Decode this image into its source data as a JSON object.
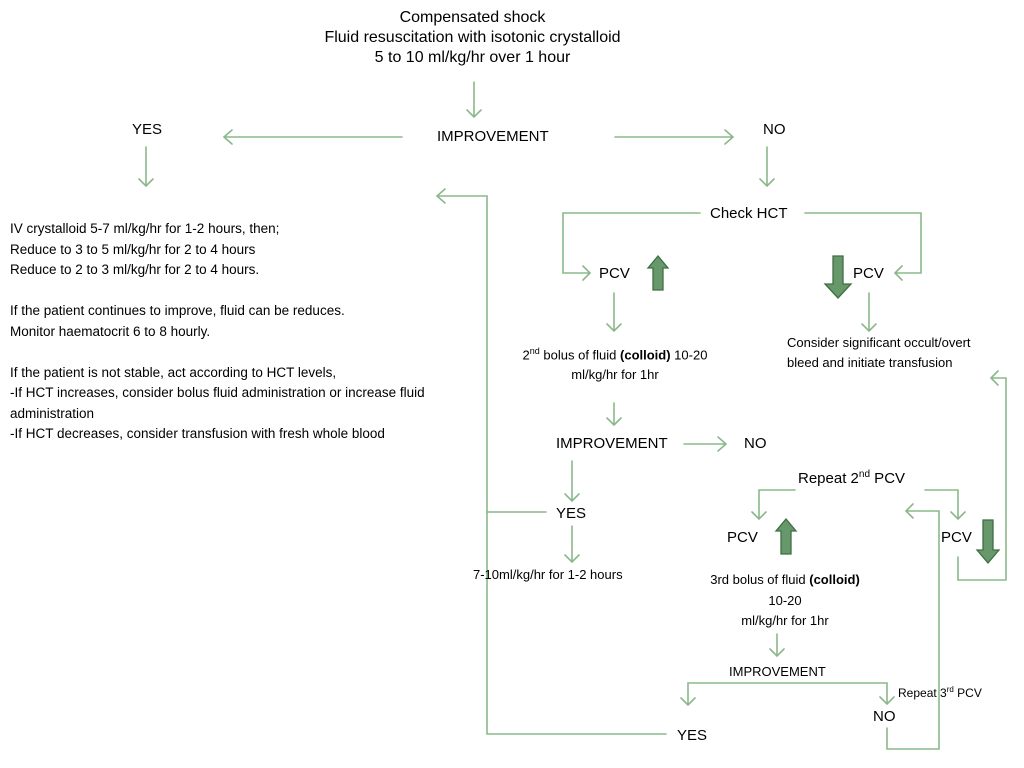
{
  "colors": {
    "line": "#8ab88a",
    "arrow_fill": "#67986b",
    "arrow_stroke": "#3f6e42"
  },
  "top": {
    "line1": "Compensated shock",
    "line2": "Fluid resuscitation with isotonic crystalloid",
    "line3": "5 to 10 ml/kg/hr over 1 hour"
  },
  "improvement_1": "IMPROVEMENT",
  "yes_1": "YES",
  "no_1": "NO",
  "yes_instructions": [
    "IV crystalloid 5-7 ml/kg/hr for 1-2 hours, then;",
    "Reduce to 3 to 5 ml/kg/hr for 2 to 4 hours",
    "Reduce to 2 to 3 ml/kg/hr for 2 to 4 hours.",
    "",
    "If the patient continues to improve, fluid can be reduces.",
    "Monitor haematocrit 6 to 8 hourly.",
    "",
    "If the patient is not stable, act according to HCT levels,",
    "-If HCT increases, consider bolus fluid administration or increase fluid",
    "administration",
    "-If HCT decreases, consider transfusion with fresh whole blood"
  ],
  "check_hct": "Check HCT",
  "pcv_up_1": "PCV",
  "pcv_down_1": "PCV",
  "bolus2": {
    "prefix": "2",
    "sup": "nd",
    "mid": " bolus of fluid ",
    "bold": "(colloid)",
    "suffix": " 10-20",
    "line2": "ml/kg/hr for 1hr"
  },
  "occult": {
    "line1": "Consider significant occult/overt",
    "line2": "bleed and initiate transfusion"
  },
  "improvement_2": "IMPROVEMENT",
  "no_2": "NO",
  "yes_2": "YES",
  "rate_text": "7-10ml/kg/hr for 1-2 hours",
  "repeat2": {
    "prefix": "Repeat 2",
    "sup": "nd",
    "suffix": " PCV"
  },
  "pcv_up_2": "PCV",
  "pcv_down_2": "PCV",
  "bolus3": {
    "prefix": "3rd bolus of fluid ",
    "bold": "(colloid)",
    "line2": "10-20",
    "line3": "ml/kg/hr for 1hr"
  },
  "improvement_3": "IMPROVEMENT",
  "repeat3": {
    "prefix": "Repeat 3",
    "sup": "rd",
    "suffix": " PCV"
  },
  "no_3": "NO",
  "yes_3": "YES"
}
